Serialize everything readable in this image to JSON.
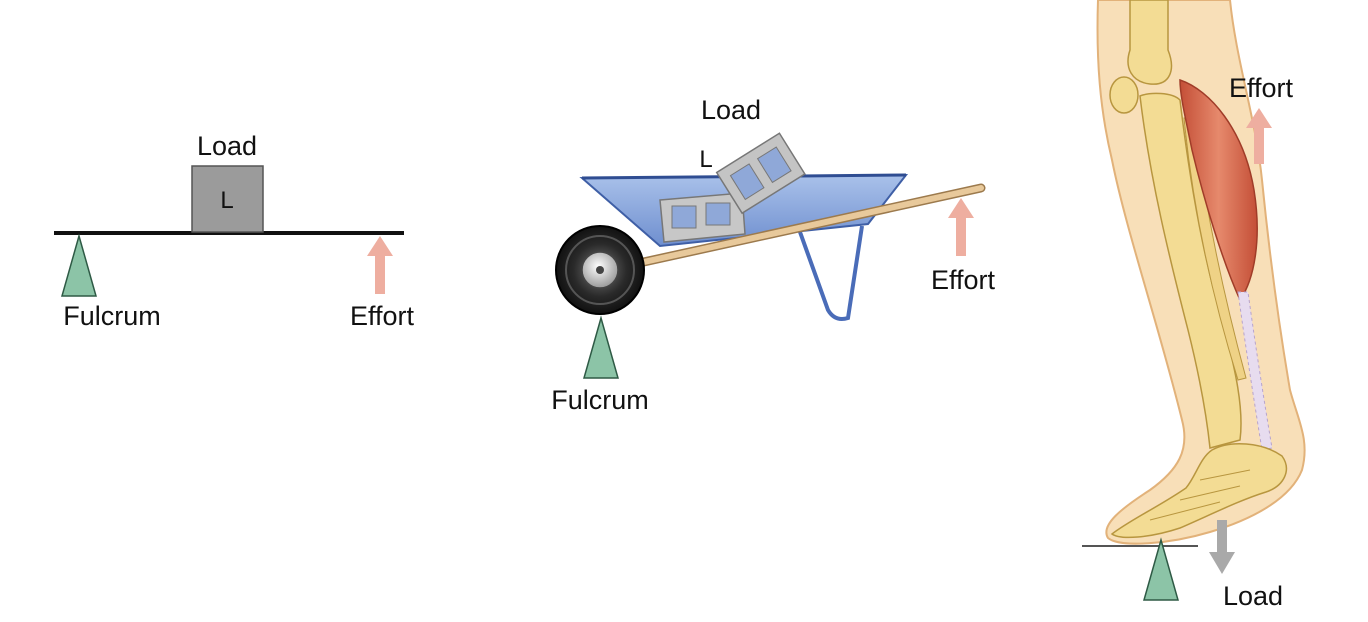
{
  "colors": {
    "fulcrum": "#8cc4a7",
    "effort_arrow": "#eeaea0",
    "load_arrow": "#a9a9a9",
    "load_box": "#9b9b9b",
    "wheelbarrow_tray": "#7f9fd6",
    "handle": "#e8c99b",
    "bone": "#f3dc94",
    "skin": "#f8dfb8",
    "muscle": "#d8674a"
  },
  "diagram_lever": {
    "load_label": "Load",
    "load_symbol": "L",
    "fulcrum_label": "Fulcrum",
    "effort_label": "Effort"
  },
  "diagram_wheelbarrow": {
    "load_label": "Load",
    "load_symbol": "L",
    "fulcrum_label": "Fulcrum",
    "effort_label": "Effort"
  },
  "diagram_leg": {
    "effort_label": "Effort",
    "load_label": "Load"
  }
}
